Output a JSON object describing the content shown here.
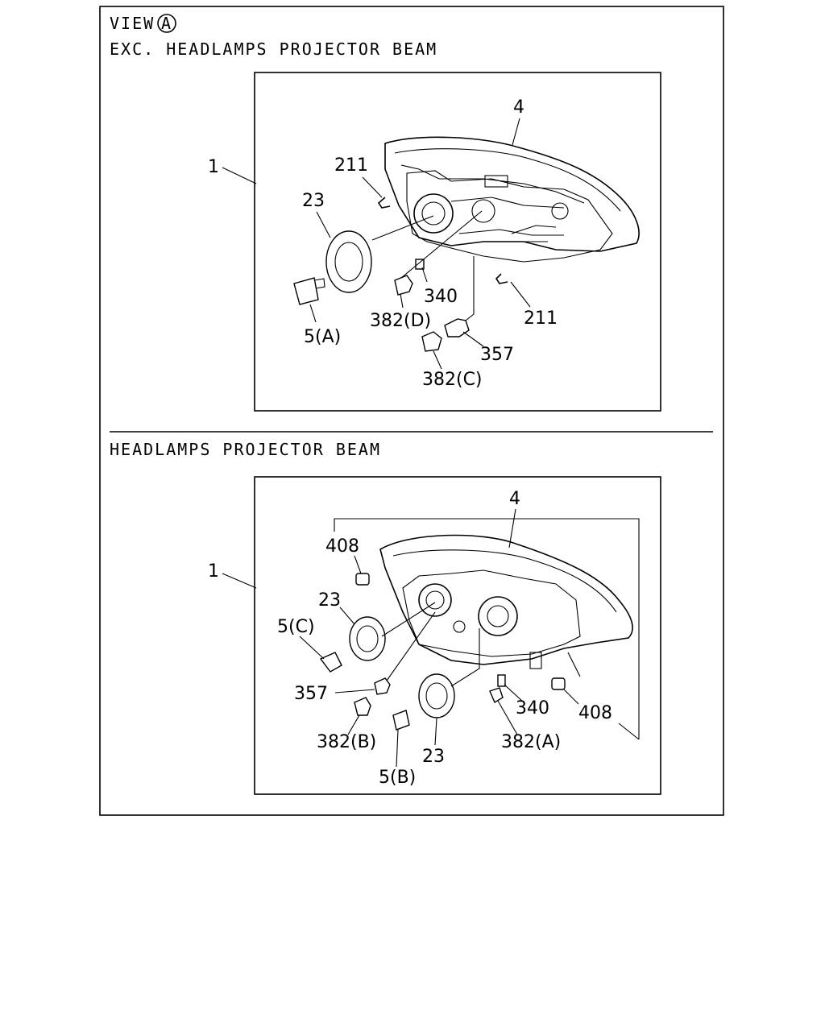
{
  "view": {
    "title_prefix": "VIEW",
    "title_letter": "A"
  },
  "sections": [
    {
      "title": "EXC. HEADLAMPS PROJECTOR BEAM",
      "labels": [
        "4",
        "1",
        "211",
        "23",
        "340",
        "382(D)",
        "5(A)",
        "211",
        "357",
        "382(C)"
      ]
    },
    {
      "title": "HEADLAMPS PROJECTOR BEAM",
      "labels": [
        "4",
        "408",
        "1",
        "23",
        "5(C)",
        "357",
        "382(B)",
        "23",
        "5(B)",
        "340",
        "408",
        "382(A)"
      ]
    }
  ]
}
